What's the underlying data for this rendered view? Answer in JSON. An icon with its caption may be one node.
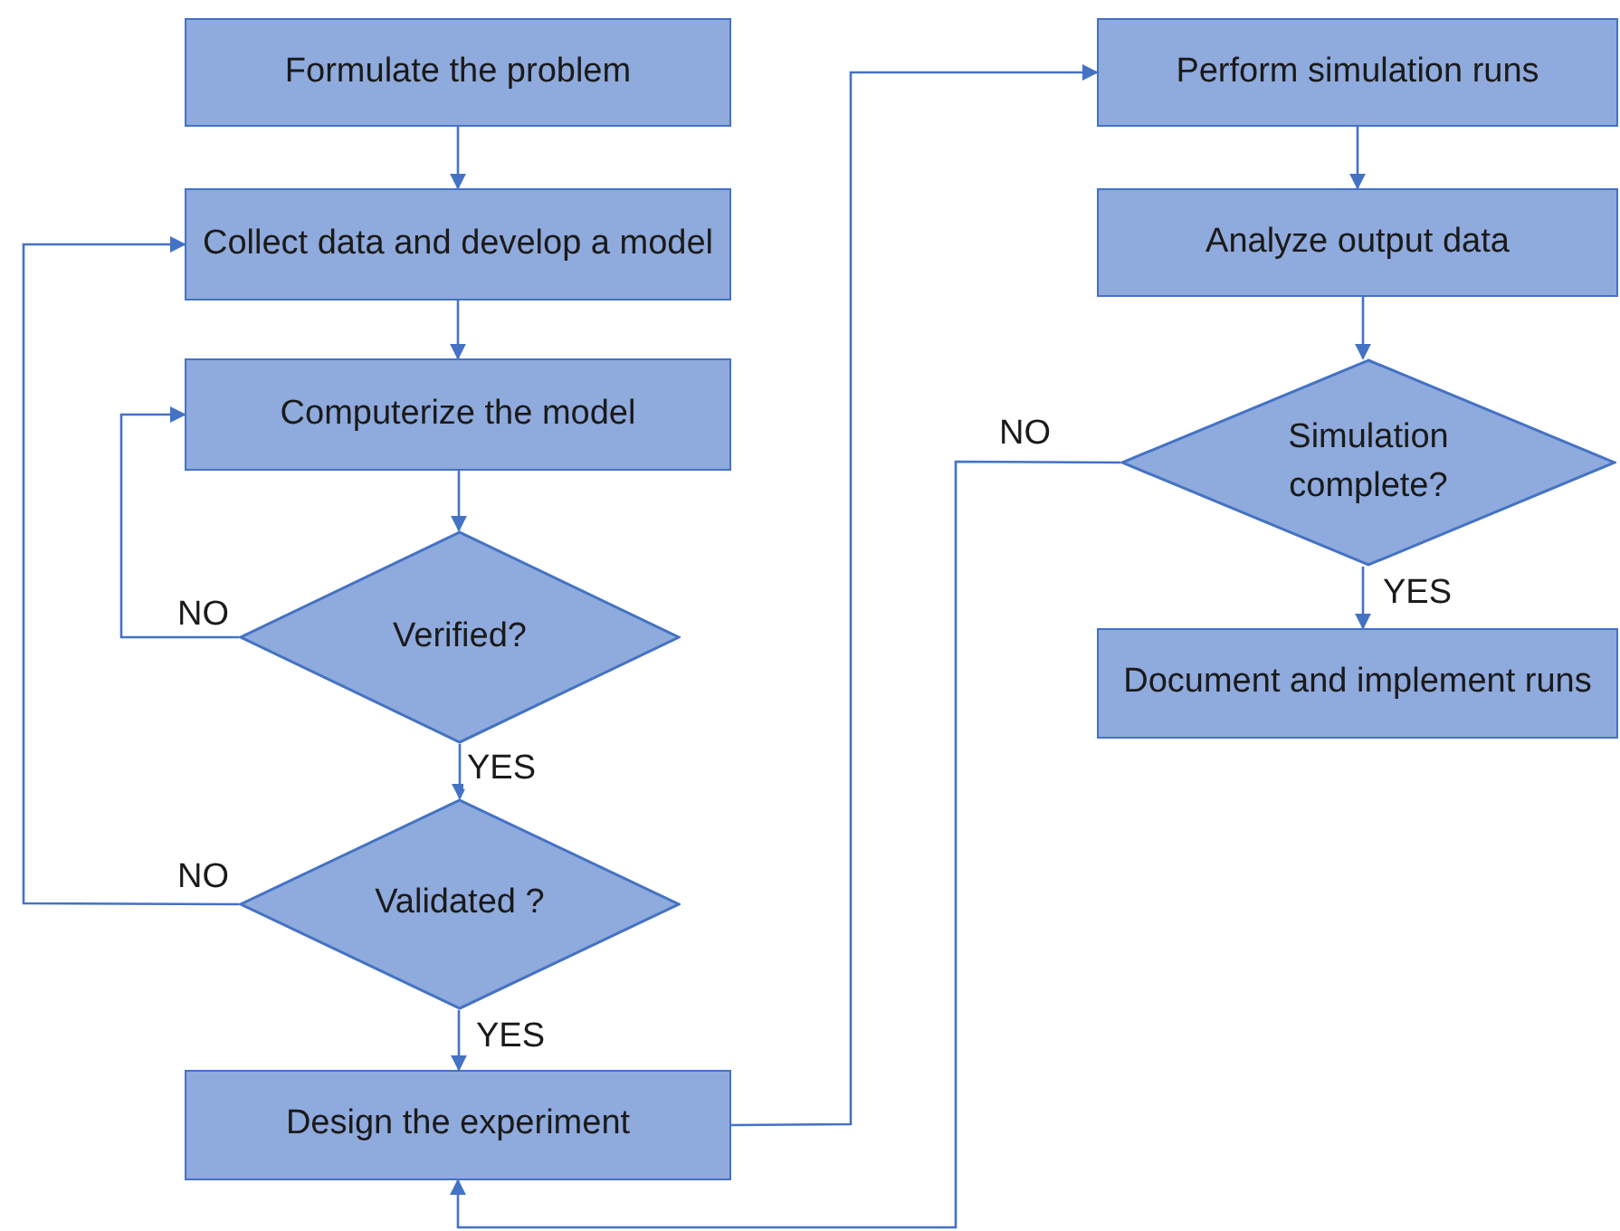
{
  "diagram": {
    "nodes": [
      {
        "text": [
          "Formulate the problem"
        ]
      },
      {
        "text": [
          "Collect data and develop a model"
        ]
      },
      {
        "text": [
          "Computerize the model"
        ]
      },
      {
        "text": [
          "Verified?"
        ]
      },
      {
        "text": [
          "Validated ?"
        ]
      },
      {
        "text": [
          "Design the experiment"
        ]
      },
      {
        "text": [
          "Perform simulation runs"
        ]
      },
      {
        "text": [
          "Analyze output data"
        ]
      },
      {
        "text": [
          "Simulation complete?"
        ]
      },
      {
        "text": [
          "Document and implement runs"
        ]
      }
    ],
    "edges": [
      {
        "from": 0,
        "to": 1,
        "arrow": "to"
      },
      {
        "from": 1,
        "to": 2,
        "arrow": "to"
      },
      {
        "from": 2,
        "to": 3,
        "arrow": "to"
      },
      {
        "from": 3,
        "to": 4,
        "arrow": "to",
        "label": "YES"
      },
      {
        "from": 3,
        "to": 2,
        "arrow": "to",
        "label": "NO"
      },
      {
        "from": 4,
        "to": 5,
        "arrow": "to",
        "label": "YES"
      },
      {
        "from": 4,
        "to": 1,
        "arrow": "to",
        "label": "NO"
      },
      {
        "from": 5,
        "to": 6,
        "arrow": "to"
      },
      {
        "from": 6,
        "to": 7,
        "arrow": "to"
      },
      {
        "from": 7,
        "to": 8,
        "arrow": "to"
      },
      {
        "from": 8,
        "to": 9,
        "arrow": "to",
        "label": "YES"
      },
      {
        "from": 8,
        "to": 5,
        "arrow": "to",
        "label": "NO"
      }
    ]
  }
}
